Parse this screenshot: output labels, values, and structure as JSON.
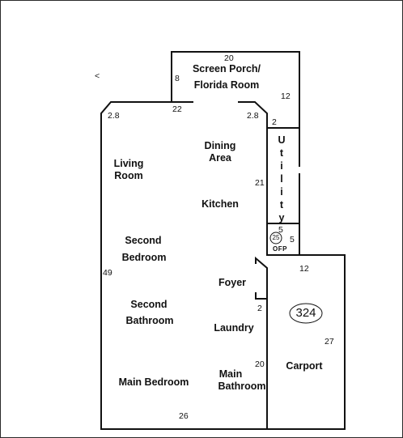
{
  "rooms": {
    "screen_porch_line1": "Screen Porch/",
    "screen_porch_line2": "Florida Room",
    "dining_line1": "Dining",
    "dining_line2": "Area",
    "living_line1": "Living",
    "living_line2": "Room",
    "kitchen": "Kitchen",
    "utility_letters": [
      "U",
      "t",
      "i",
      "l",
      "i",
      "t",
      "y"
    ],
    "second_bedroom_line1": "Second",
    "second_bedroom_line2": "Bedroom",
    "foyer": "Foyer",
    "second_bathroom_line1": "Second",
    "second_bathroom_line2": "Bathroom",
    "laundry": "Laundry",
    "main_bedroom": "Main Bedroom",
    "main_bathroom_line1": "Main",
    "main_bathroom_line2": "Bathroom",
    "carport": "Carport"
  },
  "dimensions": {
    "porch_top": "20",
    "porch_left": "8",
    "porch_right": "12",
    "house_top": "22",
    "corner_left": "2.8",
    "corner_right": "2.8",
    "utility_top": "2",
    "kitchen_right": "21",
    "ofp_top": "5",
    "ofp_right": "5",
    "ofp_circle": "25",
    "ofp_label": "OFP",
    "carport_top": "12",
    "house_left": "49",
    "foyer_notch": "2",
    "carport_right": "27",
    "bath_right": "20",
    "house_bottom": "26",
    "unit_number": "324"
  },
  "stray_mark": "<"
}
